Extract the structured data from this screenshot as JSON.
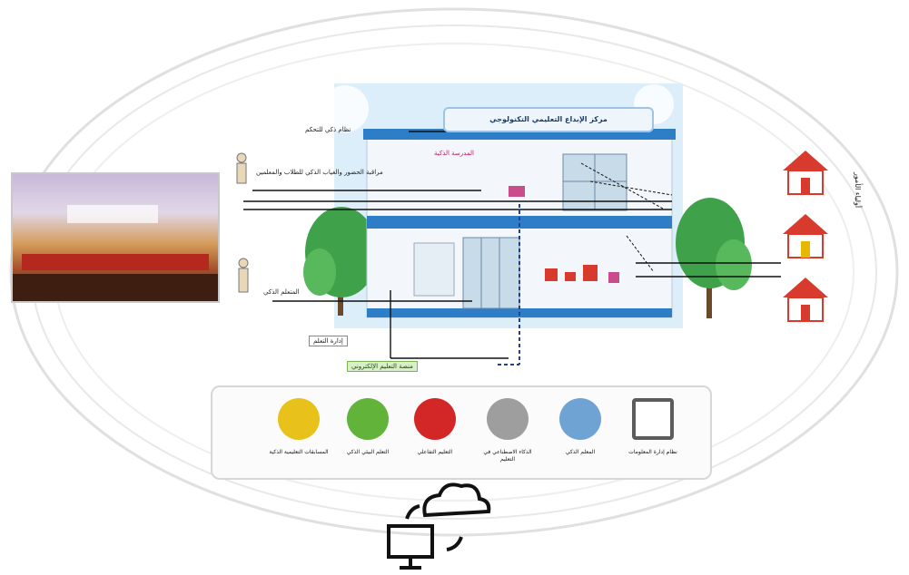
{
  "banner": {
    "title": "مركز الإبداع التعليمي التكنولوجي",
    "subtitle": "المدرسة الذكية"
  },
  "labels": {
    "left_top": "نظام ذكي للتحكم",
    "left_mid": "مراقبة الحضور والغياب الذكي للطلاب والمعلمين",
    "left_low": "المتعلم الذكي",
    "bottom_1": "إدارة التعلم",
    "bottom_2": "منصة التعليم الإلكتروني",
    "side_vertical": "أولياء الأمور"
  },
  "icons": [
    {
      "caption": "المسابقات التعليمية الذكية",
      "color": "#e8c21a",
      "name": "trophy-icon"
    },
    {
      "caption": "التعلم البيئي الذكي",
      "color": "#61b33a",
      "name": "eco-icon"
    },
    {
      "caption": "التعليم التفاعلي",
      "color": "#d32626",
      "name": "interactive-icon"
    },
    {
      "caption": "الذكاء الاصطناعي في التعليم",
      "color": "#9e9e9e",
      "name": "ai-brain-icon"
    },
    {
      "caption": "المعلم الذكي",
      "color": "#6fa3d4",
      "name": "teacher-icon"
    },
    {
      "caption": "نظام إدارة المعلومات",
      "color": "#5c5c5c",
      "name": "info-system-icon"
    }
  ],
  "colors": {
    "sky": "#d6ecf8",
    "building_stripe": "#2e7ec7",
    "tree": "#3fa24a",
    "roof": "#d83a2e",
    "ellipse": "#dedede"
  }
}
